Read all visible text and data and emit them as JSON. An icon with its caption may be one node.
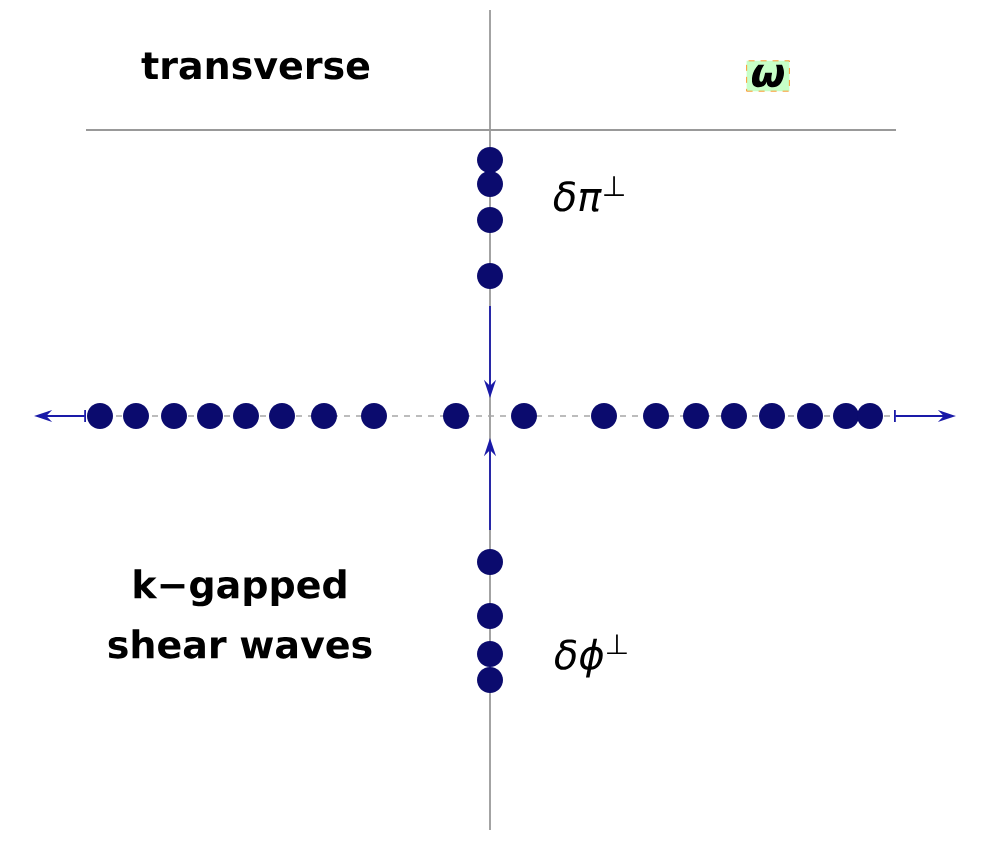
{
  "diagram": {
    "nodes": [
      {
        "text": [
          "ω"
        ]
      }
    ],
    "labels": [
      "transverse",
      "*δπ*$^{⊥}$",
      "k−gapped shear waves",
      "*δϕ*$^{⊥}$"
    ]
  }
}
